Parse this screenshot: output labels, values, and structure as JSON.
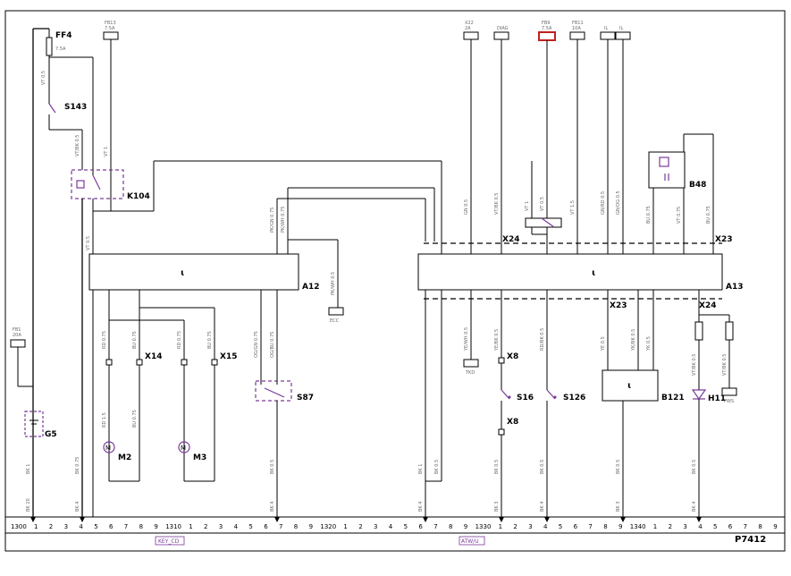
{
  "diagram_id": "P7412",
  "components": {
    "fuse_main": {
      "name": "FF4",
      "rating": "7.5A"
    },
    "s143": "S143",
    "k104": "K104",
    "a12": "A12",
    "a13": "A13",
    "x14": "X14",
    "x15": "X15",
    "m2": "M2",
    "m3": "M3",
    "g5": "G5",
    "s87": "S87",
    "x8": "X8",
    "s16": "S16",
    "s126": "S126",
    "b121": "B121",
    "h11": "H11",
    "b48": "B48",
    "x23": "X23",
    "x24": "X24",
    "module_symbol": "ɩ"
  },
  "top_supplies": [
    {
      "id": "fb13",
      "label": "FB13",
      "sub": "7.5A",
      "highlight": false
    },
    {
      "id": "x22",
      "label": "X22",
      "sub": "2A",
      "highlight": false
    },
    {
      "id": "diag",
      "label": "DIAG",
      "sub": "",
      "highlight": false
    },
    {
      "id": "fb9",
      "label": "FB9",
      "sub": "7.5A",
      "highlight": true
    },
    {
      "id": "fb11",
      "label": "FB11",
      "sub": "10A",
      "highlight": false
    },
    {
      "id": "il1",
      "label": "IL",
      "sub": "",
      "highlight": false
    },
    {
      "id": "il2",
      "label": "IL",
      "sub": "",
      "highlight": false
    }
  ],
  "left_supply": {
    "label": "FB1",
    "sub": "20A"
  },
  "terminals": {
    "ecc": "ECC",
    "tkd": "TKD",
    "pws": "PWS"
  },
  "bottom_links": {
    "key": "KEY_CD",
    "atw": "ATW/U"
  },
  "bottom_axis": {
    "sections": [
      {
        "start": "1300",
        "digits": [
          "1",
          "2",
          "3",
          "4",
          "5",
          "6",
          "7",
          "8",
          "9"
        ]
      },
      {
        "start": "1310",
        "digits": [
          "1",
          "2",
          "3",
          "4",
          "5",
          "6",
          "7",
          "8",
          "9"
        ]
      },
      {
        "start": "1320",
        "digits": [
          "1",
          "2",
          "3",
          "4",
          "5",
          "6",
          "7",
          "8",
          "9"
        ]
      },
      {
        "start": "1330",
        "digits": [
          "1",
          "2",
          "3",
          "4",
          "5",
          "6",
          "7",
          "8",
          "9"
        ]
      },
      {
        "start": "1340",
        "digits": [
          "1",
          "2",
          "3",
          "4",
          "5",
          "6",
          "7",
          "8",
          "9"
        ]
      }
    ]
  },
  "ground_labels": [
    "BK 20",
    "BK 4",
    "BK 4",
    "BK 4",
    "BK 3",
    "BK 4",
    "BK 3",
    "BK 4"
  ],
  "wire_labels": {
    "w1": "VT 0.5",
    "w2": "VT/BK 0.5",
    "w3": "VT 1",
    "w4": "VT 0.5",
    "w5": "RD 1.5",
    "w6": "PK/GN 0.75",
    "w7": "PK/WH 0.75",
    "w8": "PK/WH 0.5",
    "w9": "GN 0.5",
    "w10": "VT/BK 0.5",
    "w11": "VT 1.5",
    "w12": "VT 0.5",
    "w13": "GN/RD 0.5",
    "w14": "GN/OG 0.5",
    "w15": "BU 0.75",
    "w16": "VT 0.75",
    "w17": "BU 0.75",
    "w18": "RD 0.75",
    "w19": "BU 0.75",
    "w20": "RD 0.75",
    "w21": "BU 0.75",
    "w22": "OG/GN 0.75",
    "w23": "OG/BU 0.75",
    "w24": "YE/WH 0.5",
    "w25": "YE/BK 0.5",
    "w26": "RD/BK 0.5",
    "w27": "YE 0.5",
    "w28": "YK/BK 0.5",
    "w29": "YK 0.5",
    "w30": "VT/BK 0.5",
    "w31": "VT/BK 0.5",
    "w32": "BK 0.5",
    "w33": "BK 0.75",
    "w34": "BK 0.5",
    "w35": "BK 1",
    "w36": "BK 0.5",
    "w37": "BK 0.5",
    "w38": "BK 0.5",
    "w39": "BK 0.5",
    "w40": "BK 1"
  }
}
